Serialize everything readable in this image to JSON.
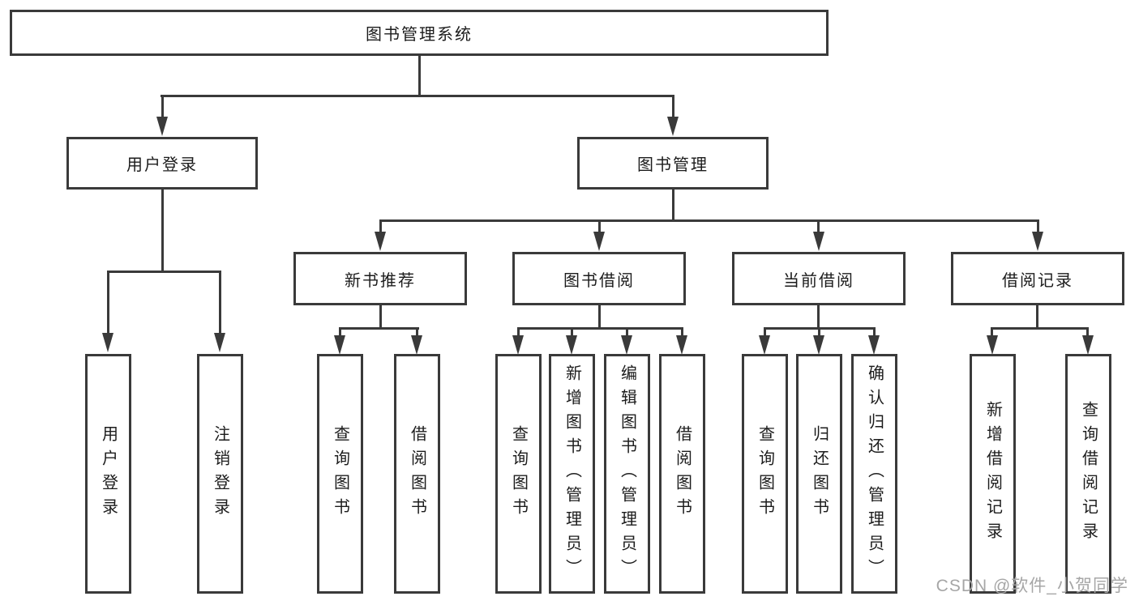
{
  "colors": {
    "background": "#ffffff",
    "line": "#3a3a3a",
    "text": "#1c1c1c",
    "watermark": "#a6a6a6"
  },
  "tree": {
    "root": {
      "label": "图书管理系统"
    },
    "branches": [
      {
        "label": "用户登录",
        "children": [
          {
            "label": "用户登录"
          },
          {
            "label": "注销登录"
          }
        ]
      },
      {
        "label": "图书管理",
        "children": [
          {
            "label": "新书推荐",
            "children": [
              {
                "label": "查询图书"
              },
              {
                "label": "借阅图书"
              }
            ]
          },
          {
            "label": "图书借阅",
            "children": [
              {
                "label": "查询图书"
              },
              {
                "label": "新增图书（管理员）"
              },
              {
                "label": "编辑图书（管理员）"
              },
              {
                "label": "借阅图书"
              }
            ]
          },
          {
            "label": "当前借阅",
            "children": [
              {
                "label": "查询图书"
              },
              {
                "label": "归还图书"
              },
              {
                "label": "确认归还（管理员）"
              }
            ]
          },
          {
            "label": "借阅记录",
            "children": [
              {
                "label": "新增借阅记录"
              },
              {
                "label": "查询借阅记录"
              }
            ]
          }
        ]
      }
    ]
  },
  "watermark": {
    "text": "CSDN @软件_小贺同学"
  }
}
